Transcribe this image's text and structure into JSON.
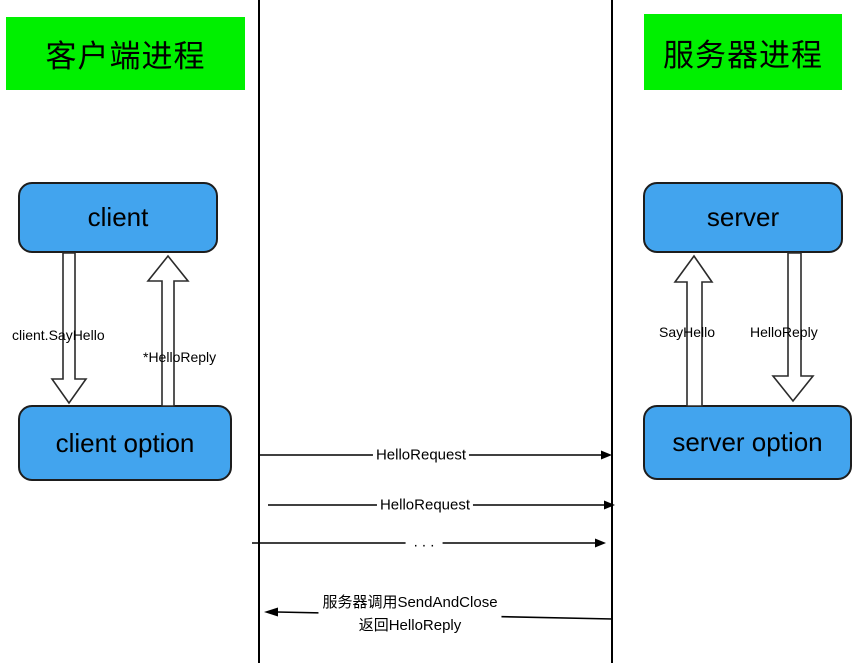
{
  "headers": {
    "client_process": "客户端进程",
    "server_process": "服务器进程"
  },
  "nodes": {
    "client": "client",
    "client_option": "client option",
    "server": "server",
    "server_option": "server option"
  },
  "labels": {
    "client_sayhello": "client.SayHello",
    "hello_reply_star": "*HelloReply",
    "sayhello": "SayHello",
    "hello_reply": "HelloReply",
    "hello_request_1": "HelloRequest",
    "hello_request_2": "HelloRequest",
    "ellipsis": ". . .",
    "send_and_close_line1": "服务器调用SendAndClose",
    "send_and_close_line2": "返回HelloReply"
  },
  "colors": {
    "process_green": "#00f000",
    "node_blue": "#42a4ee",
    "line_black": "#000000"
  }
}
